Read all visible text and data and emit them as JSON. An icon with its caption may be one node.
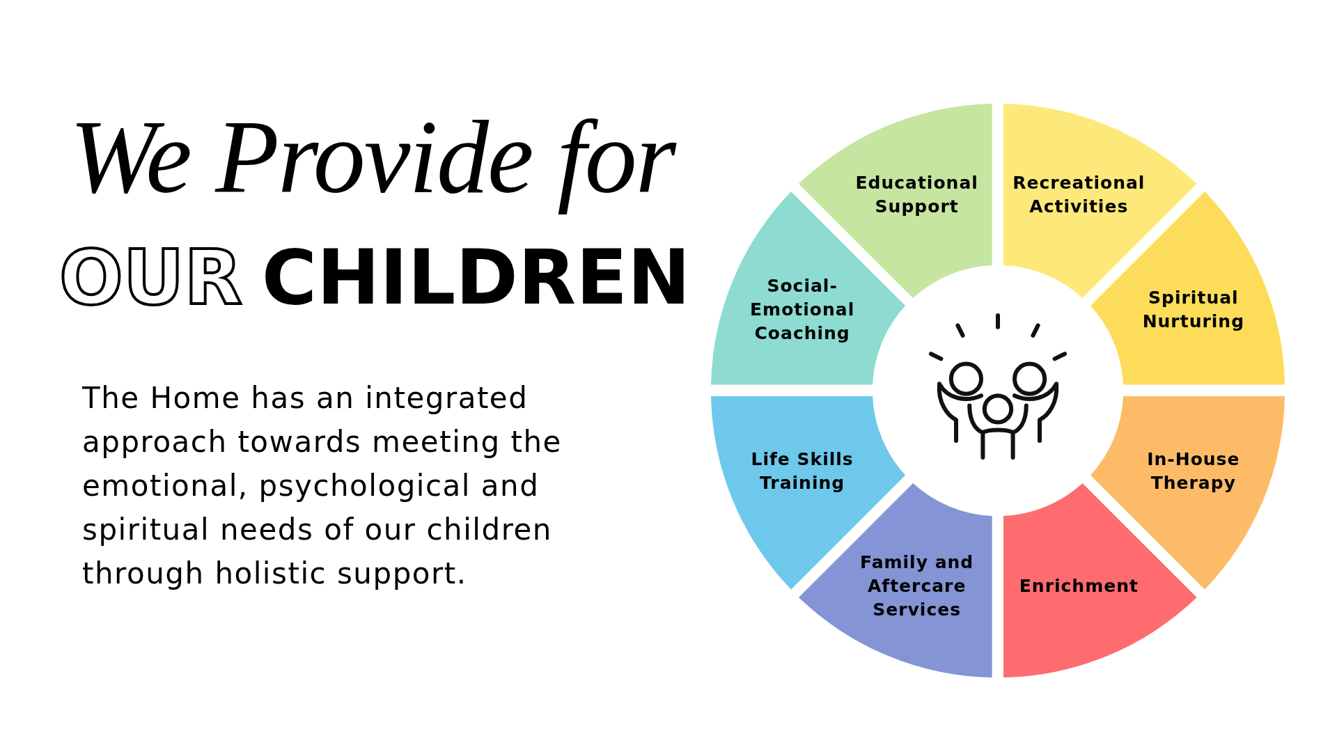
{
  "diagram": {
    "title": "We Provide for",
    "nodes": [
      {
        "text": [
          "Educational Support"
        ]
      },
      {
        "text": [
          "Recreational Activities"
        ]
      },
      {
        "text": [
          "Spiritual Nurturing"
        ]
      },
      {
        "text": [
          "In-House Therapy"
        ]
      },
      {
        "text": [
          "Enrichment"
        ]
      },
      {
        "text": [
          "Family and Aftercare Services"
        ]
      },
      {
        "text": [
          "Life Skills Training"
        ]
      },
      {
        "text": [
          "Social-Emotional Coaching"
        ]
      },
      {
        "text": [],
        "shape": "picture"
      }
    ],
    "labels": [
      "OUR",
      "CHILDREN",
      "The Home has an integrated approach towards meeting the emotional, psychological and spiritual needs of our children through holistic support."
    ]
  }
}
